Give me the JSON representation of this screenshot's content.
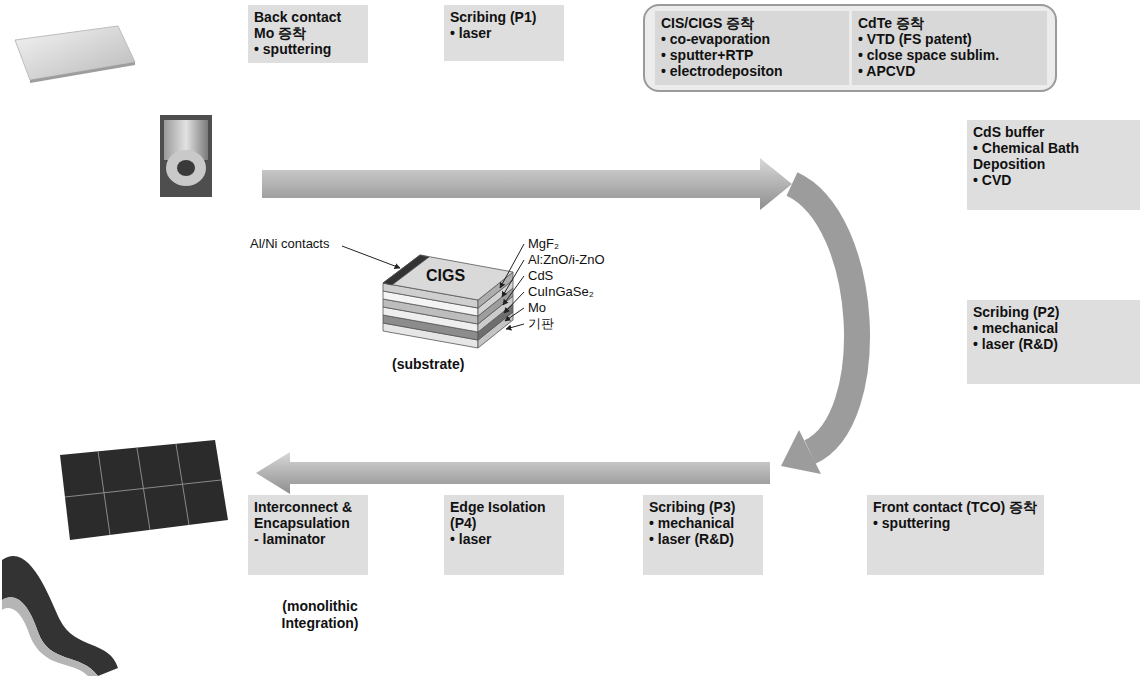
{
  "diagram": {
    "nodes": [
      {
        "text": [
          "Back contact Mo 증착",
          "• sputtering"
        ]
      },
      {
        "text": [
          "Scribing (P1)",
          "• laser"
        ]
      },
      {
        "text": []
      },
      {
        "text": [
          "CIS/CIGS 증착",
          "• co-evaporation",
          "• sputter+RTP",
          "• electrodepositon"
        ],
        "in": 2
      },
      {
        "text": [
          "CdTe 증착",
          "• VTD (FS patent)",
          "• close space sublim.",
          "• APCVD"
        ],
        "in": 2
      },
      {
        "text": [
          "CdS buffer",
          "• Chemical Bath Deposition",
          "• CVD"
        ]
      },
      {
        "text": [
          "Scribing (P2)",
          "• mechanical",
          "• laser (R&D)"
        ]
      },
      {
        "text": [
          "Interconnect & Encapsulation",
          "- laminator"
        ]
      },
      {
        "text": [
          "Edge Isolation (P4)",
          "• laser"
        ]
      },
      {
        "text": [
          "Scribing (P3)",
          "• mechanical",
          "• laser (R&D)"
        ]
      },
      {
        "text": [
          "Front contact (TCO) 증착",
          "• sputtering"
        ]
      }
    ],
    "labels": [
      "Al/Ni contacts",
      "CIGS",
      "MgF₂",
      "Al:ZnO/i-ZnO",
      "CdS",
      "CuInGaSe₂",
      "Mo",
      "기판",
      "(substrate)",
      "(monolithic Integration)"
    ]
  }
}
